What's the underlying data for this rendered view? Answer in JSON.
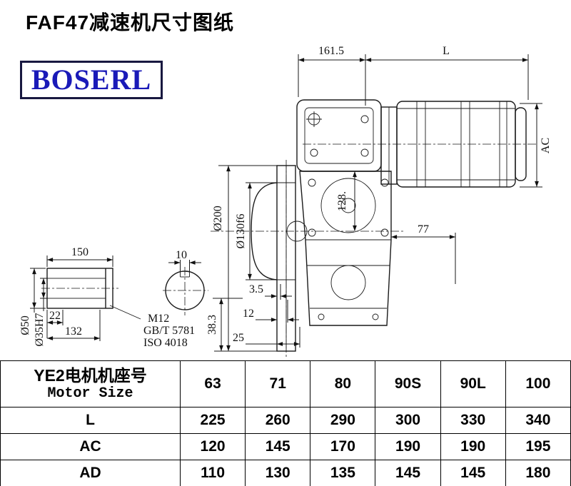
{
  "page": {
    "title": "FAF47减速机尺寸图纸",
    "brand": "BOSERL"
  },
  "drawing": {
    "dim_161_5": "161.5",
    "dim_L": "L",
    "dim_AC": "AC",
    "dim_128": "128.",
    "dim_spigot": "Ø130f6",
    "dim_flange_od": "Ø200",
    "dim_77": "77",
    "dim_3_5": "3.5",
    "dim_12": "12",
    "dim_25": "25",
    "dim_38_3": "38.3",
    "dim_150": "150",
    "dim_22": "22",
    "dim_132": "132",
    "dim_shaft_od": "Ø50",
    "dim_bore": "Ø35H7",
    "dim_key_width": "10",
    "thread_spec": "M12",
    "thread_std_gb": "GB/T 5781",
    "thread_std_iso": "ISO 4018"
  },
  "table": {
    "header": {
      "line1": "YE2电机机座号",
      "line2": "Motor Size"
    },
    "sizes": [
      "63",
      "71",
      "80",
      "90S",
      "90L",
      "100"
    ],
    "rows": [
      {
        "label": "L",
        "values": [
          "225",
          "260",
          "290",
          "300",
          "330",
          "340"
        ]
      },
      {
        "label": "AC",
        "values": [
          "120",
          "145",
          "170",
          "190",
          "190",
          "195"
        ]
      },
      {
        "label": "AD",
        "values": [
          "110",
          "130",
          "135",
          "145",
          "145",
          "180"
        ]
      }
    ]
  }
}
